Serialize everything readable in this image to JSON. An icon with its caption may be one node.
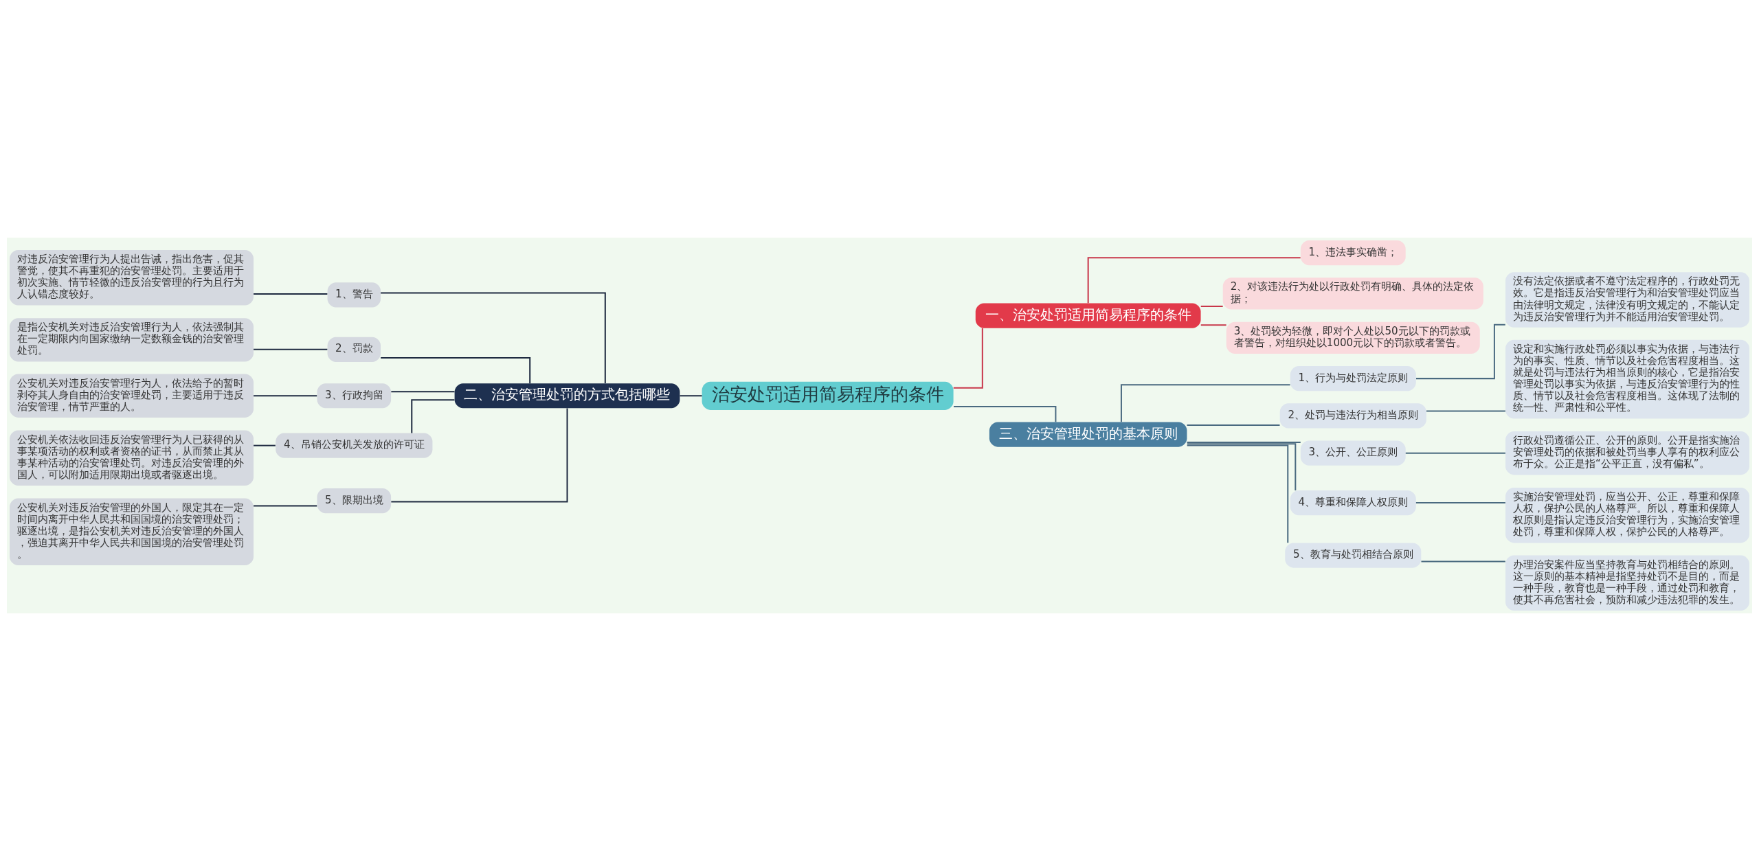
{
  "diagram": {
    "nodes": [
      {
        "text": [
          "治安处罚适用简易程序的条件"
        ]
      },
      {
        "text": [
          "一、治安处罚适用简易程序的条件"
        ]
      },
      {
        "text": [
          "1、违法事实确凿；"
        ]
      },
      {
        "text": [
          "2、对该违法行为处以行政处罚有明确、具体的法定依据；"
        ]
      },
      {
        "text": [
          "3、处罚较为轻微，即对个人处以50元以下的罚款或者警告，对组织处以1000元以下的罚款或者警告。"
        ]
      },
      {
        "text": [
          "二、治安管理处罚的方式包括哪些"
        ]
      },
      {
        "text": [
          "1、警告"
        ]
      },
      {
        "text": [
          "对违反治安管理行为人提出告诫，指出危害，促其警觉，使其不再重犯的治安管理处罚。主要适用于初次实施、情节轻微的违反治安管理的行为且行为人认错态度较好。"
        ]
      },
      {
        "text": [
          "2、罚款"
        ]
      },
      {
        "text": [
          "是指公安机关对违反治安管理行为人，依法强制其在一定期限内向国家缴纳一定数额金钱的治安管理处罚。"
        ]
      },
      {
        "text": [
          "3、行政拘留"
        ]
      },
      {
        "text": [
          "公安机关对违反治安管理行为人，依法给予的暂时剥夺其人身自由的治安管理处罚，主要适用于违反治安管理，情节严重的人。"
        ]
      },
      {
        "text": [
          "4、吊销公安机关发放的许可证"
        ]
      },
      {
        "text": [
          "公安机关依法收回违反治安管理行为人已获得的从事某项活动的权利或者资格的证书，从而禁止其从事某种活动的治安管理处罚。对违反治安管理的外国人，可以附加适用限期出境或者驱逐出境。"
        ]
      },
      {
        "text": [
          "5、限期出境"
        ]
      },
      {
        "text": [
          "公安机关对违反治安管理的外国人，限定其在一定时间内离开中华人民共和国国境的治安管理处罚；驱逐出境，是指公安机关对违反治安管理的外国人，强迫其离开中华人民共和国国境的治安管理处罚。"
        ]
      },
      {
        "text": [
          "三、治安管理处罚的基本原则"
        ]
      },
      {
        "text": [
          "1、行为与处罚法定原则"
        ]
      },
      {
        "text": [
          "没有法定依据或者不遵守法定程序的，行政处罚无效。它是指违反治安管理行为和治安管理处罚应当由法律明文规定，法律没有明文规定的，不能认定为违反治安管理行为并不能适用治安管理处罚。"
        ]
      },
      {
        "text": [
          "2、处罚与违法行为相当原则"
        ]
      },
      {
        "text": [
          "设定和实施行政处罚必须以事实为依据，与违法行为的事实、性质、情节以及社会危害程度相当。这就是处罚与违法行为相当原则的核心，它是指治安管理处罚以事实为依据，与违反治安管理行为的性质、情节以及社会危害程度相当。这体现了法制的统一性、严肃性和公平性。"
        ]
      },
      {
        "text": [
          "3、公开、公正原则"
        ]
      },
      {
        "text": [
          "行政处罚遵循公正、公开的原则。公开是指实施治安管理处罚的依据和被处罚当事人享有的权利应公布于众。公正是指“公平正直，没有偏私”。"
        ]
      },
      {
        "text": [
          "4、尊重和保障人权原则"
        ]
      },
      {
        "text": [
          "实施治安管理处罚，应当公开、公正，尊重和保障人权，保护公民的人格尊严。所以，尊重和保障人权原则是指认定违反治安管理行为，实施治安管理处罚，尊重和保障人权，保护公民的人格尊严。"
        ]
      },
      {
        "text": [
          "5、教育与处罚相结合原则"
        ]
      },
      {
        "text": [
          "办理治安案件应当坚持教育与处罚相结合的原则。这一原则的基本精神是指坚持处罚不是目的，而是一种手段，教育也是一种手段，通过处罚和教育，使其不再危害社会，预防和减少违法犯罪的发生。"
        ]
      }
    ],
    "edges": [
      {
        "from": 0,
        "to": 1,
        "arrow": "none",
        "color": "#c8374a"
      },
      {
        "from": 1,
        "to": 2,
        "arrow": "none",
        "color": "#c8374a"
      },
      {
        "from": 1,
        "to": 3,
        "arrow": "none",
        "color": "#c8374a"
      },
      {
        "from": 1,
        "to": 4,
        "arrow": "none",
        "color": "#c8374a"
      },
      {
        "from": 0,
        "to": 5,
        "arrow": "none",
        "color": "#1e2a40"
      },
      {
        "from": 5,
        "to": 6,
        "arrow": "none",
        "color": "#1e2a40"
      },
      {
        "from": 6,
        "to": 7,
        "arrow": "none",
        "color": "#1e2a40"
      },
      {
        "from": 5,
        "to": 8,
        "arrow": "none",
        "color": "#1e2a40"
      },
      {
        "from": 8,
        "to": 9,
        "arrow": "none",
        "color": "#1e2a40"
      },
      {
        "from": 5,
        "to": 10,
        "arrow": "none",
        "color": "#1e2a40"
      },
      {
        "from": 10,
        "to": 11,
        "arrow": "none",
        "color": "#1e2a40"
      },
      {
        "from": 5,
        "to": 12,
        "arrow": "none",
        "color": "#1e2a40"
      },
      {
        "from": 12,
        "to": 13,
        "arrow": "none",
        "color": "#1e2a40"
      },
      {
        "from": 5,
        "to": 14,
        "arrow": "none",
        "color": "#1e2a40"
      },
      {
        "from": 14,
        "to": 15,
        "arrow": "none",
        "color": "#1e2a40"
      },
      {
        "from": 0,
        "to": 16,
        "arrow": "none",
        "color": "#4a6a80"
      },
      {
        "from": 16,
        "to": 17,
        "arrow": "none",
        "color": "#4a6a80"
      },
      {
        "from": 17,
        "to": 18,
        "arrow": "none",
        "color": "#4a6a80"
      },
      {
        "from": 16,
        "to": 19,
        "arrow": "none",
        "color": "#4a6a80"
      },
      {
        "from": 19,
        "to": 20,
        "arrow": "none",
        "color": "#4a6a80"
      },
      {
        "from": 16,
        "to": 21,
        "arrow": "none",
        "color": "#4a6a80"
      },
      {
        "from": 21,
        "to": 22,
        "arrow": "none",
        "color": "#4a6a80"
      },
      {
        "from": 16,
        "to": 23,
        "arrow": "none",
        "color": "#4a6a80"
      },
      {
        "from": 23,
        "to": 24,
        "arrow": "none",
        "color": "#4a6a80"
      },
      {
        "from": 16,
        "to": 25,
        "arrow": "none",
        "color": "#4a6a80"
      },
      {
        "from": 25,
        "to": 26,
        "arrow": "none",
        "color": "#4a6a80"
      }
    ]
  }
}
